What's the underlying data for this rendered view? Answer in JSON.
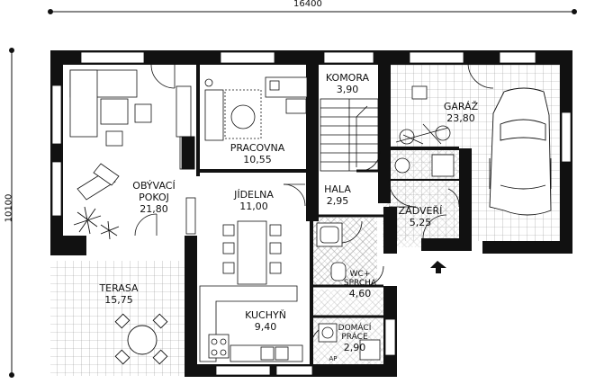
{
  "dimensions": {
    "width_label": "16400",
    "height_label": "10100"
  },
  "rooms": {
    "obyvaci": {
      "name_line1": "OBÝVACÍ",
      "name_line2": "POKOJ",
      "area": "21,80"
    },
    "pracovna": {
      "name": "PRACOVNA",
      "area": "10,55"
    },
    "komora": {
      "name": "KOMORA",
      "area": "3,90"
    },
    "garaz": {
      "name": "GARÁŽ",
      "area": "23,80"
    },
    "jidelna": {
      "name": "JÍDELNA",
      "area": "11,00"
    },
    "hala": {
      "name": "HALA",
      "area": "2,95"
    },
    "zadveri": {
      "name": "ZÁDVEŘÍ",
      "area": "5,25"
    },
    "terasa": {
      "name": "TERASA",
      "area": "15,75"
    },
    "wc": {
      "name_line1": "WC+",
      "name_line2": "SPRCHA",
      "area": "4,60"
    },
    "kuchyn": {
      "name": "KUCHYŇ",
      "area": "9,40"
    },
    "domaci": {
      "name_line1": "DOMÁCÍ",
      "name_line2": "PRÁCE",
      "area": "2,90",
      "tag": "AP"
    }
  }
}
